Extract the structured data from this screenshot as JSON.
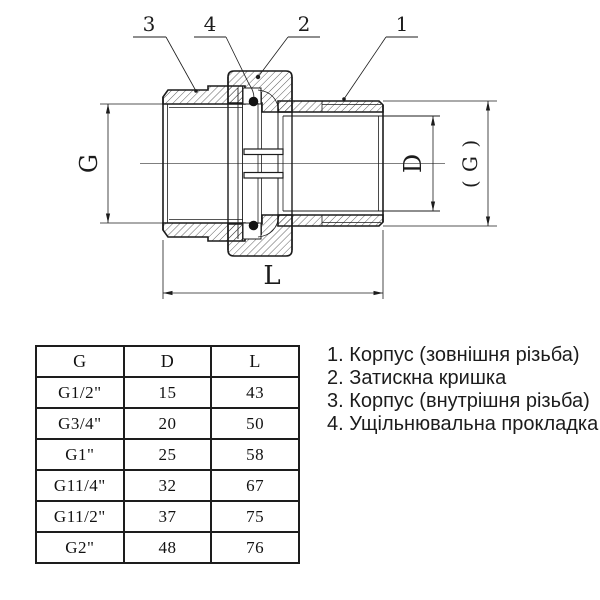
{
  "drawing": {
    "callouts": {
      "c1": "1",
      "c2": "2",
      "c3": "3",
      "c4": "4"
    },
    "dimensions": {
      "g": "G",
      "d": "D",
      "g_paren": "( G )",
      "l": "L"
    }
  },
  "table": {
    "headers": [
      "G",
      "D",
      "L"
    ],
    "rows": [
      {
        "g": "G1/2\"",
        "d": "15",
        "l": "43"
      },
      {
        "g": "G3/4\"",
        "d": "20",
        "l": "50"
      },
      {
        "g": "G1\"",
        "d": "25",
        "l": "58"
      },
      {
        "g": "G11/4\"",
        "d": "32",
        "l": "67"
      },
      {
        "g": "G11/2\"",
        "d": "37",
        "l": "75"
      },
      {
        "g": "G2\"",
        "d": "48",
        "l": "76"
      }
    ]
  },
  "legend": {
    "items": [
      "1. Корпус (зовнішня різьба)",
      "2. Затискна кришка",
      "3. Корпус (внутрішня різьба)",
      "4. Ущільнювальна прокладка"
    ]
  },
  "colors": {
    "line": "#1c1c1c",
    "background": "#ffffff",
    "gasket": "#111111"
  }
}
